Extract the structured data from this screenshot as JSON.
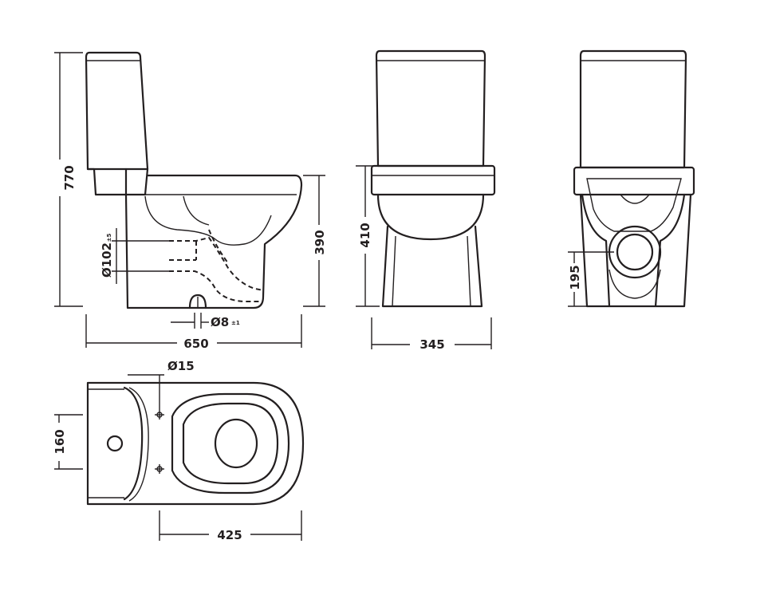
{
  "dimensions": {
    "height_total": "770",
    "seat_height_side": "390",
    "seat_height_front": "410",
    "length_total": "650",
    "width_front": "345",
    "outlet_height": "195",
    "outlet_diameter": "Ø102",
    "outlet_tolerance": "±5",
    "floor_bolt": "Ø8",
    "floor_bolt_tolerance": "±1",
    "tank_hole": "Ø15",
    "tank_depth": "160",
    "bowl_length": "425"
  },
  "colors": {
    "line": "#231f20",
    "background": "#ffffff"
  }
}
